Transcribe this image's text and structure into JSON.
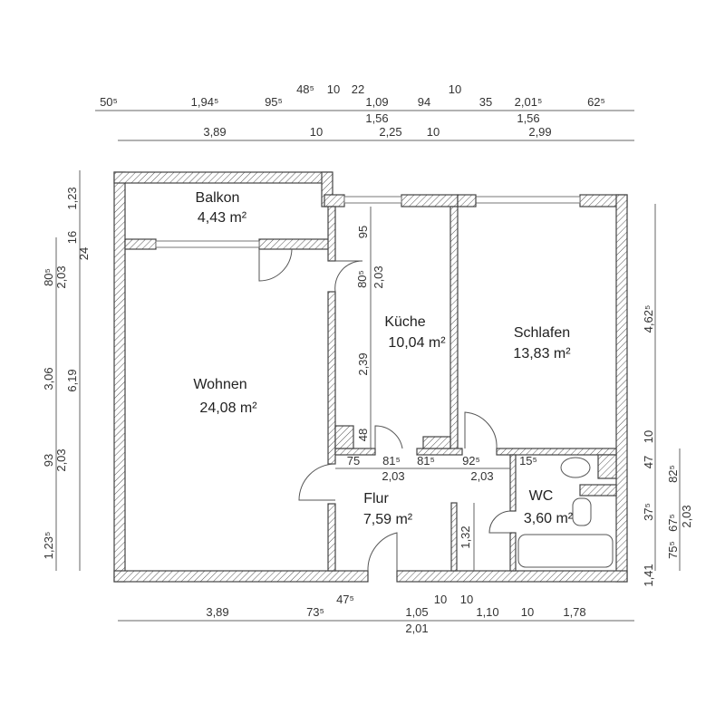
{
  "plan": {
    "rooms": {
      "balkon": {
        "name": "Balkon",
        "area": "4,43 m²"
      },
      "kueche": {
        "name": "Küche",
        "area": "10,04 m²"
      },
      "schlafen": {
        "name": "Schlafen",
        "area": "13,83 m²"
      },
      "wohnen": {
        "name": "Wohnen",
        "area": "24,08 m²"
      },
      "flur": {
        "name": "Flur",
        "area": "7,59 m²"
      },
      "wc": {
        "name": "WC",
        "area": "3,60 m²"
      }
    },
    "dims": {
      "top1": [
        "50⁵",
        "1,94⁵",
        "95⁵",
        "48⁵",
        "10",
        "22",
        "1,09",
        "1,56",
        "94",
        "10",
        "35",
        "2,01⁵",
        "1,56",
        "62⁵"
      ],
      "top2": [
        "3,89",
        "10",
        "2,25",
        "10",
        "2,99"
      ],
      "left": [
        "1,23",
        "16",
        "24",
        "80⁵",
        "2,03",
        "3,06",
        "6,19",
        "93",
        "2,03",
        "1,23⁵"
      ],
      "right": [
        "4,62⁵",
        "10",
        "47",
        "37⁵",
        "1,41",
        "82⁵",
        "67⁵",
        "2,03",
        "75⁵"
      ],
      "bottom": [
        "3,89",
        "73⁵",
        "47⁵",
        "1,05",
        "2,01",
        "10",
        "10",
        "1,10",
        "10",
        "1,78"
      ],
      "inner": [
        "95",
        "80⁵",
        "2,03",
        "2,39",
        "48",
        "75",
        "81⁵",
        "81⁵",
        "92⁵",
        "15⁵",
        "2,03",
        "2,03",
        "1,32"
      ]
    }
  }
}
